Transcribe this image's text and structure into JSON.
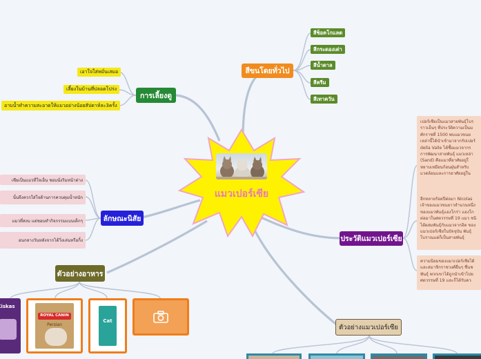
{
  "center": {
    "title": "แมวเปอร์เซีย",
    "image_desc": "kittens-photo"
  },
  "colors": {
    "background": "#f2f5fa",
    "star": "#fff200",
    "star_border": "#f2a6c0"
  },
  "branches": {
    "colors_branch": {
      "label": "สีขนโดยทั่วไป",
      "leaves": [
        "สีช็อคโกแลต",
        "สีกระดองเต่า",
        "สีน้ำตาล",
        "สีครีม",
        "สีเทาควัน"
      ]
    },
    "care": {
      "label": "การเลี้ยงดู",
      "leaves": [
        "เอาใจใส่หมั่นเสมอ",
        "เลี้ยงในบ้านที่ปลอดโปร่ง",
        "อาบน้ำทำความสะอาดให้แมวอย่างน้อยสัปดาห์ละ3ครั้ง"
      ]
    },
    "traits": {
      "label": "ลักษณะนิสัย",
      "leaves": [
        "เซียเป็นแมวที่ใจเย็น ชอบนั่งริมหน้าต่าง",
        "นั้นจึงควรใส่ใจด้านการควบคุมน้ำหนัก",
        "แมวที่สงบ แต่ชอบทำกิจกรรมแบบเด็กๆ",
        "อนกลางวันหลังจากได้วิ่งเล่นหรือกิ้ง"
      ]
    },
    "history": {
      "label": "ประวัติแมวเปอร์เซีย",
      "notes": [
        "เปอร์เซียเป็นแมวสายพันธุ์โบร ราวเอ็นๆ ที่ประวัติความเป็นม ศักราชที่ 1500 พบแมวขนย เหล่านี้ได้นำเข้ามาจากรัปเปอร์ della Valle ได้ซื้อแมวจากร การพัฒนาสายพันธุ์ แมวเหล่า (Sand) คือแมวที่อาศัยอยู่ใ หยาบเหมือนก้อนฝุ่นสำหรับ แวดล้อมและการอาศัยอยู่ใน",
        "อีกหลายร้อยปีต่อมา Nicolas เจ้าของแมวขนยาวจำนวนหนึ่ง ของแมวพันธุ์แองโกร่า แองโก ต่อมาในศตวรรษที่ 19 แมว ชนิได้ผสมพันธุ์กับแมวจากอิต ของแมวเปอร์เซียในปัจจุบัน พันธุ์โบราณแต่ก็เป็นสายพันธุ์",
        "ความนิยมของแมวเปอร์เซียได้ และสมาชิกราชวงศ์อื่นๆ ชื่นช พันธุ์ พวกเขาได้ถูกนำเข้าไปย ศตวรรษที่ 19 และก็ได้รับคว"
      ]
    },
    "food": {
      "label": "ตัวอย่างอาหาร",
      "items": [
        {
          "brand": "kiskas",
          "label": "Kiskas"
        },
        {
          "brand": "royal-canin",
          "label": "ROYAL CANIN",
          "sublabel": "Persian"
        },
        {
          "brand": "cat-food-teal",
          "label": "Cat"
        },
        {
          "brand": "placeholder",
          "icon": "camera-icon"
        }
      ]
    },
    "examples": {
      "label": "ตัวอย่างแมวเปอร์เซีย"
    }
  }
}
